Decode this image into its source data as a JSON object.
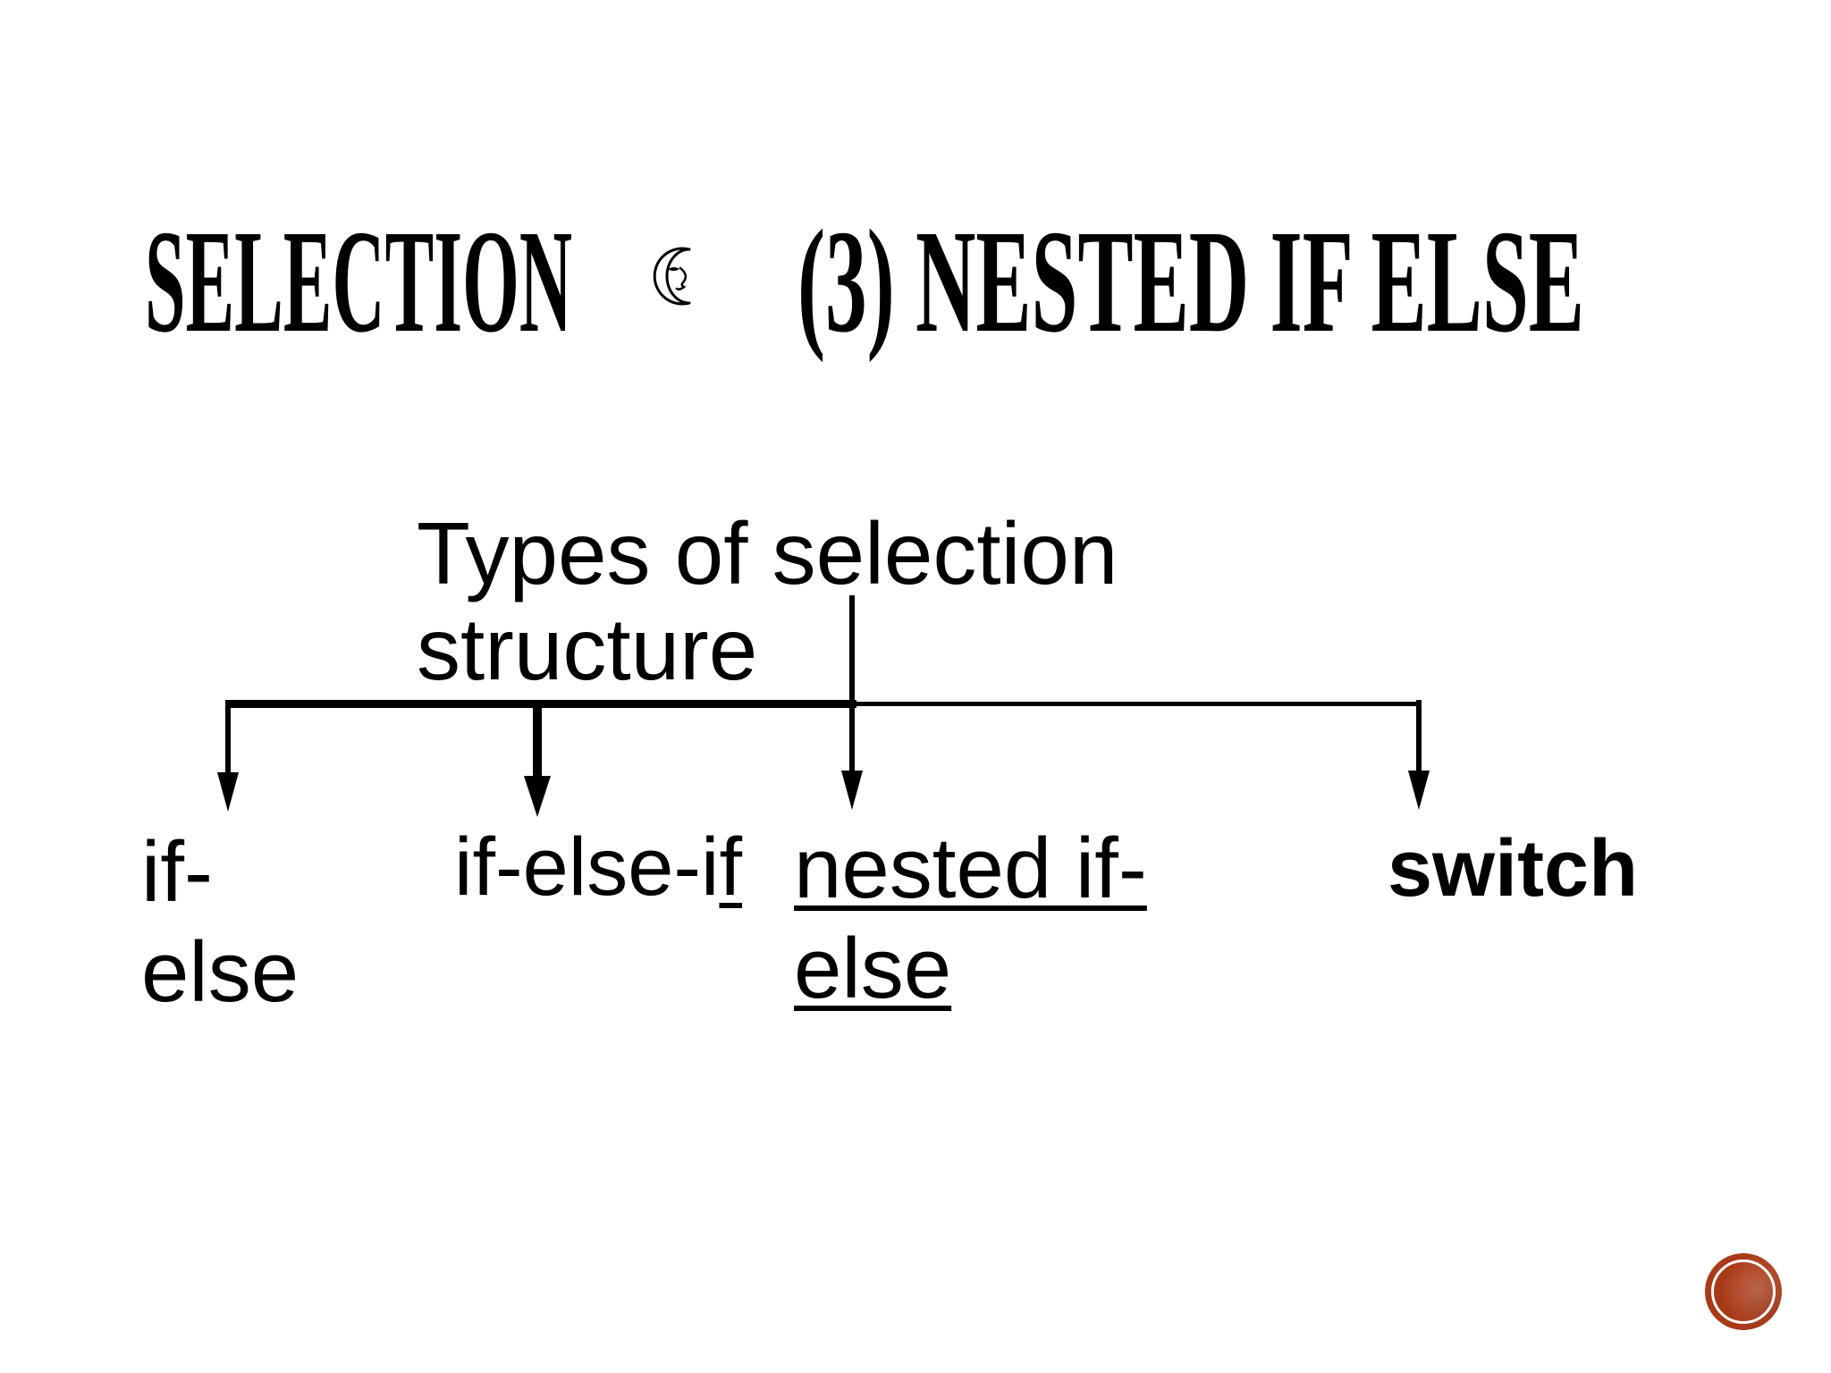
{
  "slide": {
    "background_color": "#ffffff",
    "text_color": "#000000",
    "title": {
      "part1": "SELECTION",
      "moon_icon": "crescent-moon-with-face",
      "part2": "(3) NESTED IF ELSE"
    },
    "diagram": {
      "root_label": "Types of selection\nstructure",
      "branches": [
        {
          "id": "if-else",
          "label": "if-\nelse"
        },
        {
          "id": "if-else-if",
          "label_main": "if-else-i",
          "label_underlined": "f"
        },
        {
          "id": "nested-if-else",
          "label": "nested if-\nelse"
        },
        {
          "id": "switch",
          "label": "switch"
        }
      ]
    },
    "stamp": {
      "color": "#a93a18",
      "icon": "grunge-circle-stamp"
    }
  }
}
